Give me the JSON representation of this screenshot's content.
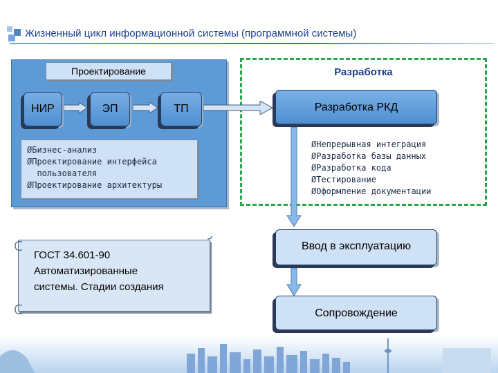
{
  "title": "Жизненный цикл информационной системы (программной системы)",
  "design": {
    "label": "Проектирование",
    "stages": [
      "НИР",
      "ЭП",
      "ТП"
    ],
    "notes": [
      "ØБизнес-анализ",
      "ØПроектирование интерфейса",
      "  пользователя",
      "ØПроектирование архитектуры"
    ]
  },
  "development": {
    "label": "Разработка",
    "main_box": "Разработка РКД",
    "notes": [
      "ØНепрерывная интеграция",
      "ØРазработка базы данных",
      "ØРазработка кода",
      "ØТестирование",
      "ØОформление документации"
    ]
  },
  "standard": {
    "lines": [
      "ГОСТ 34.601-90",
      "Автоматизированные",
      "системы. Стадии создания"
    ]
  },
  "commissioning": "Ввод в эксплуатацию",
  "support": "Сопровождение",
  "colors": {
    "title": "#1f3f8f",
    "block": "#5e9ad6",
    "dashed": "#2aa84a",
    "arrow": "#8ab8e8"
  }
}
